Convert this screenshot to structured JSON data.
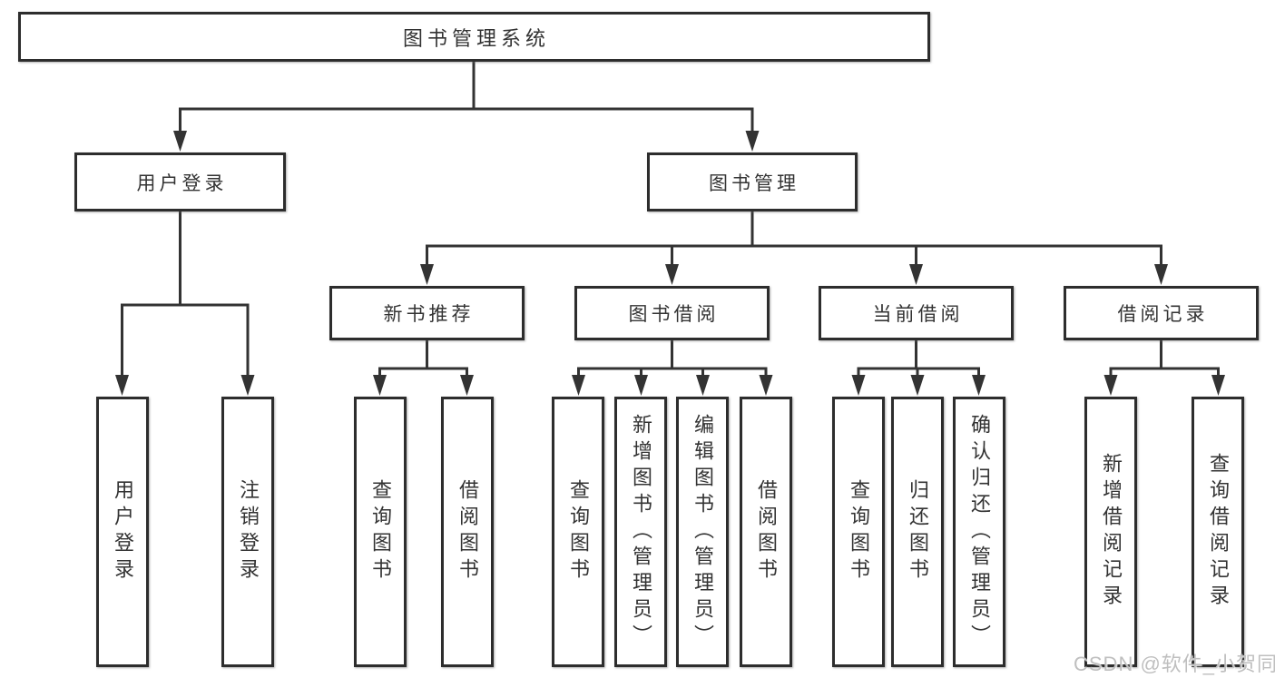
{
  "tree": {
    "root": {
      "label": "图书管理系统"
    },
    "branches": [
      {
        "label": "用户登录",
        "children": [
          {
            "label": "用户登录"
          },
          {
            "label": "注销登录"
          }
        ]
      },
      {
        "label": "图书管理",
        "children": [
          {
            "label": "新书推荐",
            "children": [
              {
                "label": "查询图书"
              },
              {
                "label": "借阅图书"
              }
            ]
          },
          {
            "label": "图书借阅",
            "children": [
              {
                "label": "查询图书"
              },
              {
                "label": "新增图书（管理员）"
              },
              {
                "label": "编辑图书（管理员）"
              },
              {
                "label": "借阅图书"
              }
            ]
          },
          {
            "label": "当前借阅",
            "children": [
              {
                "label": "查询图书"
              },
              {
                "label": "归还图书"
              },
              {
                "label": "确认归还（管理员）"
              }
            ]
          },
          {
            "label": "借阅记录",
            "children": [
              {
                "label": "新增借阅记录"
              },
              {
                "label": "查询借阅记录"
              }
            ]
          }
        ]
      }
    ]
  },
  "watermark": {
    "text": "CSDN @软件_小贺同学"
  },
  "colors": {
    "line": "#333333",
    "box_border": "#2d2d2d",
    "box_background": "#ffffff",
    "text": "#333333",
    "watermark": "#bfbfbf"
  }
}
